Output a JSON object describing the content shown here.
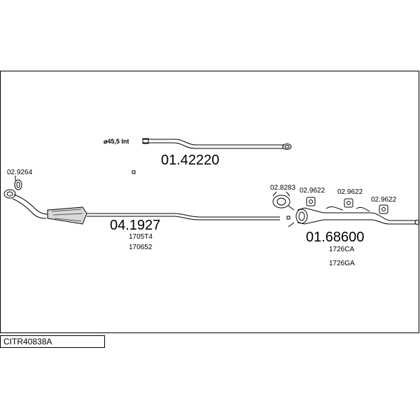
{
  "diagram": {
    "code": "CITR40838A",
    "parts": {
      "tailpipe_front": {
        "number": "01.42220",
        "spec": "⌀45,5 Int"
      },
      "catalyst_pipe": {
        "number": "04.1927",
        "refs": [
          "1705T4",
          "170652"
        ]
      },
      "rear_silencer": {
        "number": "01.68600",
        "refs": [
          "1726CA",
          "1726GA"
        ]
      }
    },
    "fittings": {
      "gasket": "02.9264",
      "clamp": "02.8283",
      "hanger_1": "02.9622",
      "hanger_2": "02.9622",
      "hanger_3": "02.9622"
    }
  }
}
